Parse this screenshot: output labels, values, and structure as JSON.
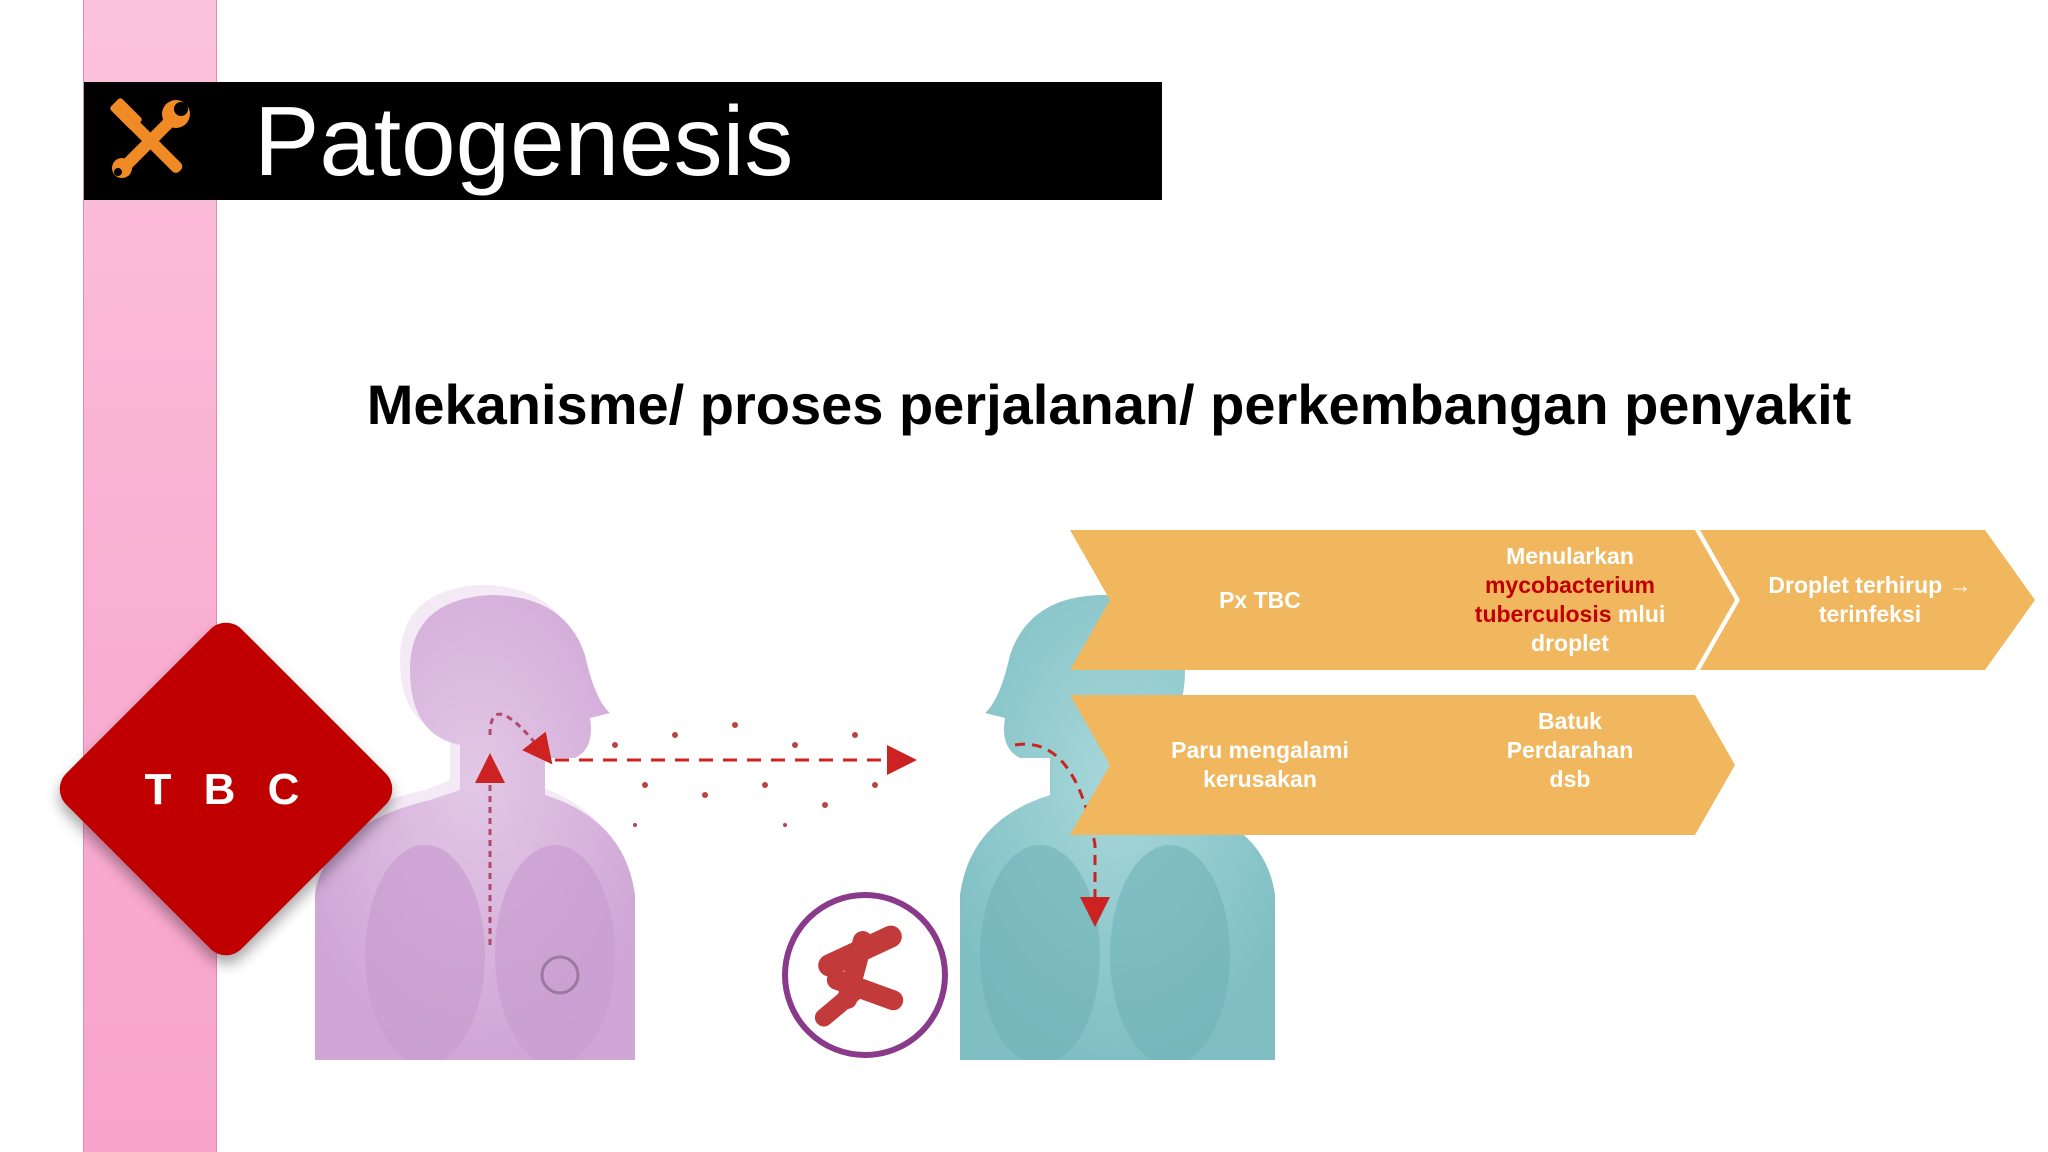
{
  "slide": {
    "title": "Patogenesis",
    "title_icon": "tools-icon",
    "subtitle": "Mekanisme/ proses perjalanan/ perkembangan penyakit",
    "tag": "T B C",
    "colors": {
      "accent_red": "#c00000",
      "chevron_orange": "#f0b75f",
      "pink_bar": "#fbb8d6"
    }
  },
  "flow": {
    "row1": [
      {
        "text": "Px TBC"
      },
      {
        "line1": "Menularkan",
        "red_line1": "mycobacterium",
        "red_line2": "tuberculosis",
        "after_red": " mlui",
        "line_last": "droplet"
      },
      {
        "line1": "Droplet terhirup →",
        "line2": "terinfeksi"
      }
    ],
    "row2": [
      {
        "line1": "Paru mengalami",
        "line2": "kerusakan"
      },
      {
        "line1": "Batuk",
        "line2": "Perdarahan",
        "line3": "dsb"
      }
    ]
  }
}
